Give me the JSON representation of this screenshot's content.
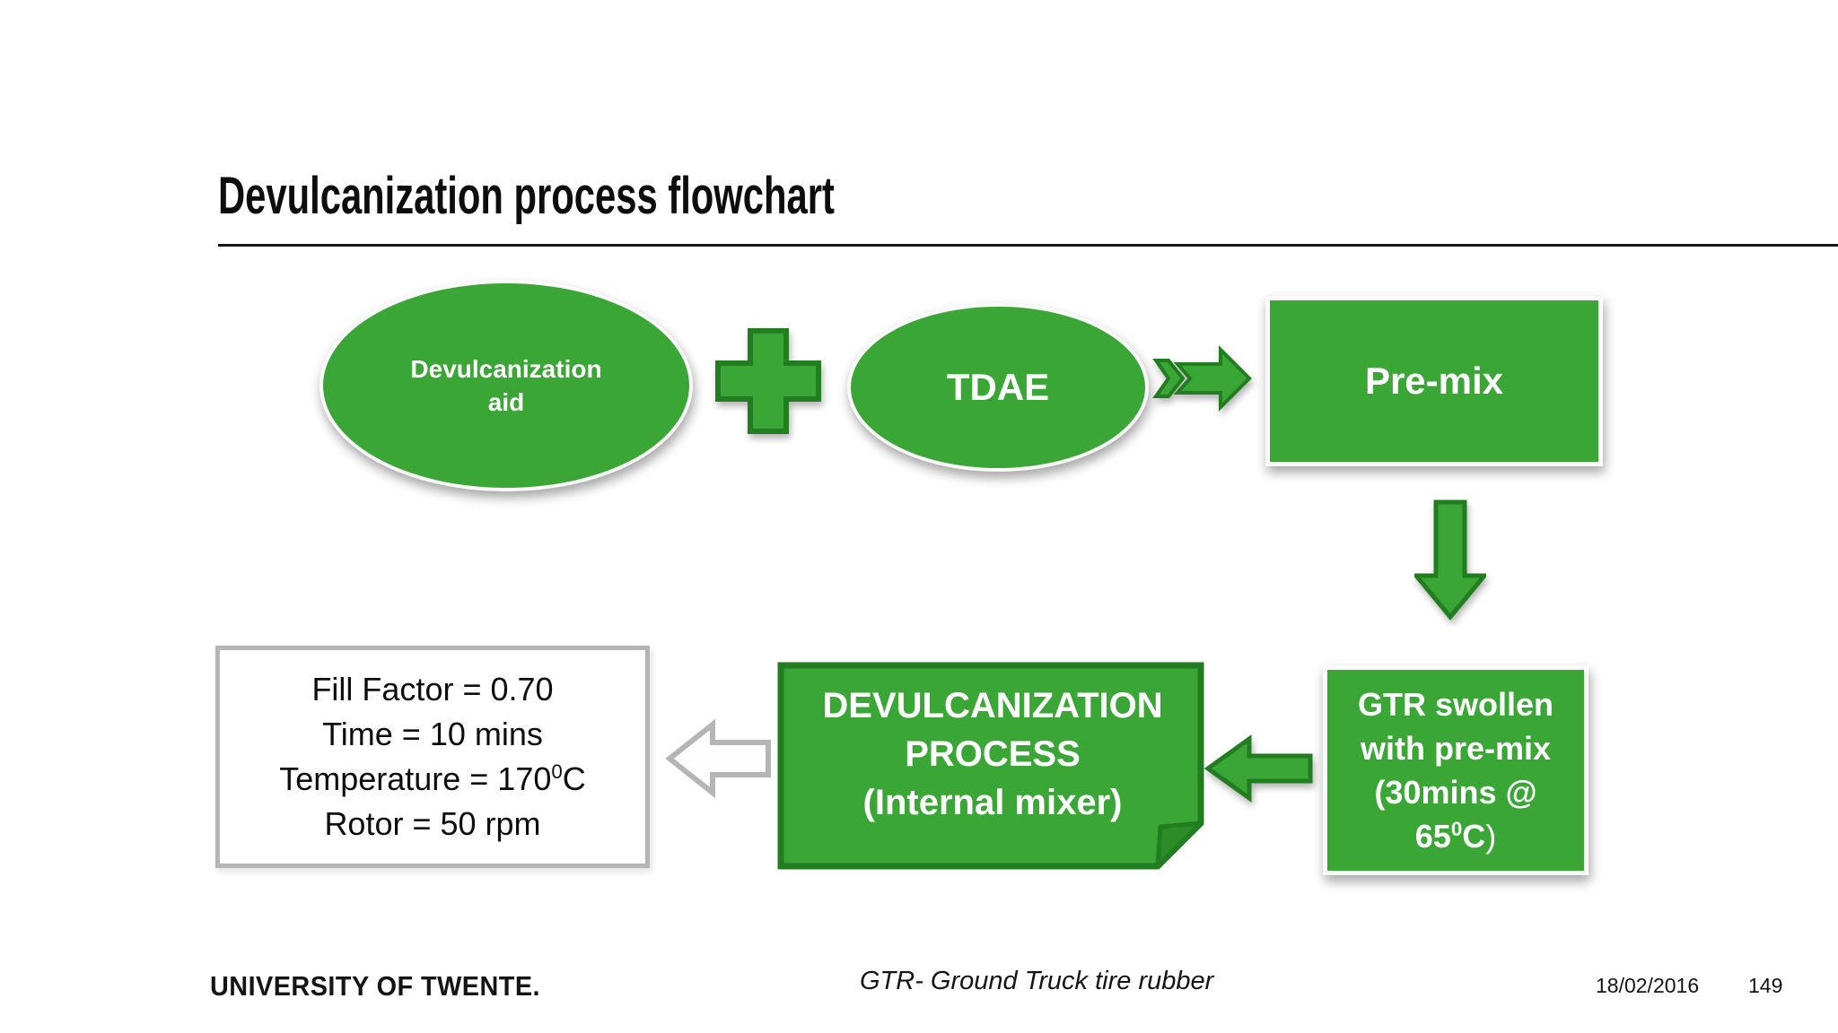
{
  "title": "Devulcanization process flowchart",
  "nodes": {
    "aid": {
      "line1": "Devulcanization",
      "line2": "aid"
    },
    "tdae": {
      "label": "TDAE"
    },
    "premix": {
      "label": "Pre-mix"
    },
    "gtr": {
      "line1": "GTR swollen",
      "line2": "with pre-mix",
      "line3": "(30mins @",
      "line4_num": "65",
      "line4_sup": "0",
      "line4_unit": "C",
      "line4_close": ")"
    },
    "process": {
      "line1": "DEVULCANIZATION",
      "line2": "PROCESS",
      "line3": "(Internal mixer)"
    },
    "params": {
      "line1": "Fill Factor = 0.70",
      "line2": "Time = 10 mins",
      "line3_pre": "Temperature = 170",
      "line3_sup": "0",
      "line3_unit": "C",
      "line4": "Rotor = 50 rpm"
    }
  },
  "icons": {
    "plus": "plus-icon",
    "flow_right": "arrow-right-striped-icon",
    "flow_down": "arrow-down-icon",
    "flow_left": "arrow-left-icon",
    "flow_left_outline": "arrow-left-outline-icon"
  },
  "footer": {
    "logo": "UNIVERSITY OF TWENTE.",
    "caption": "GTR- Ground Truck tire rubber",
    "date": "18/02/2016",
    "page": "149"
  },
  "colors": {
    "green": "#3aa635",
    "green_dark": "#217d20",
    "green_fold": "#2b8c28",
    "gray_border": "#b5b5b5",
    "text": "#0d0d0d"
  }
}
